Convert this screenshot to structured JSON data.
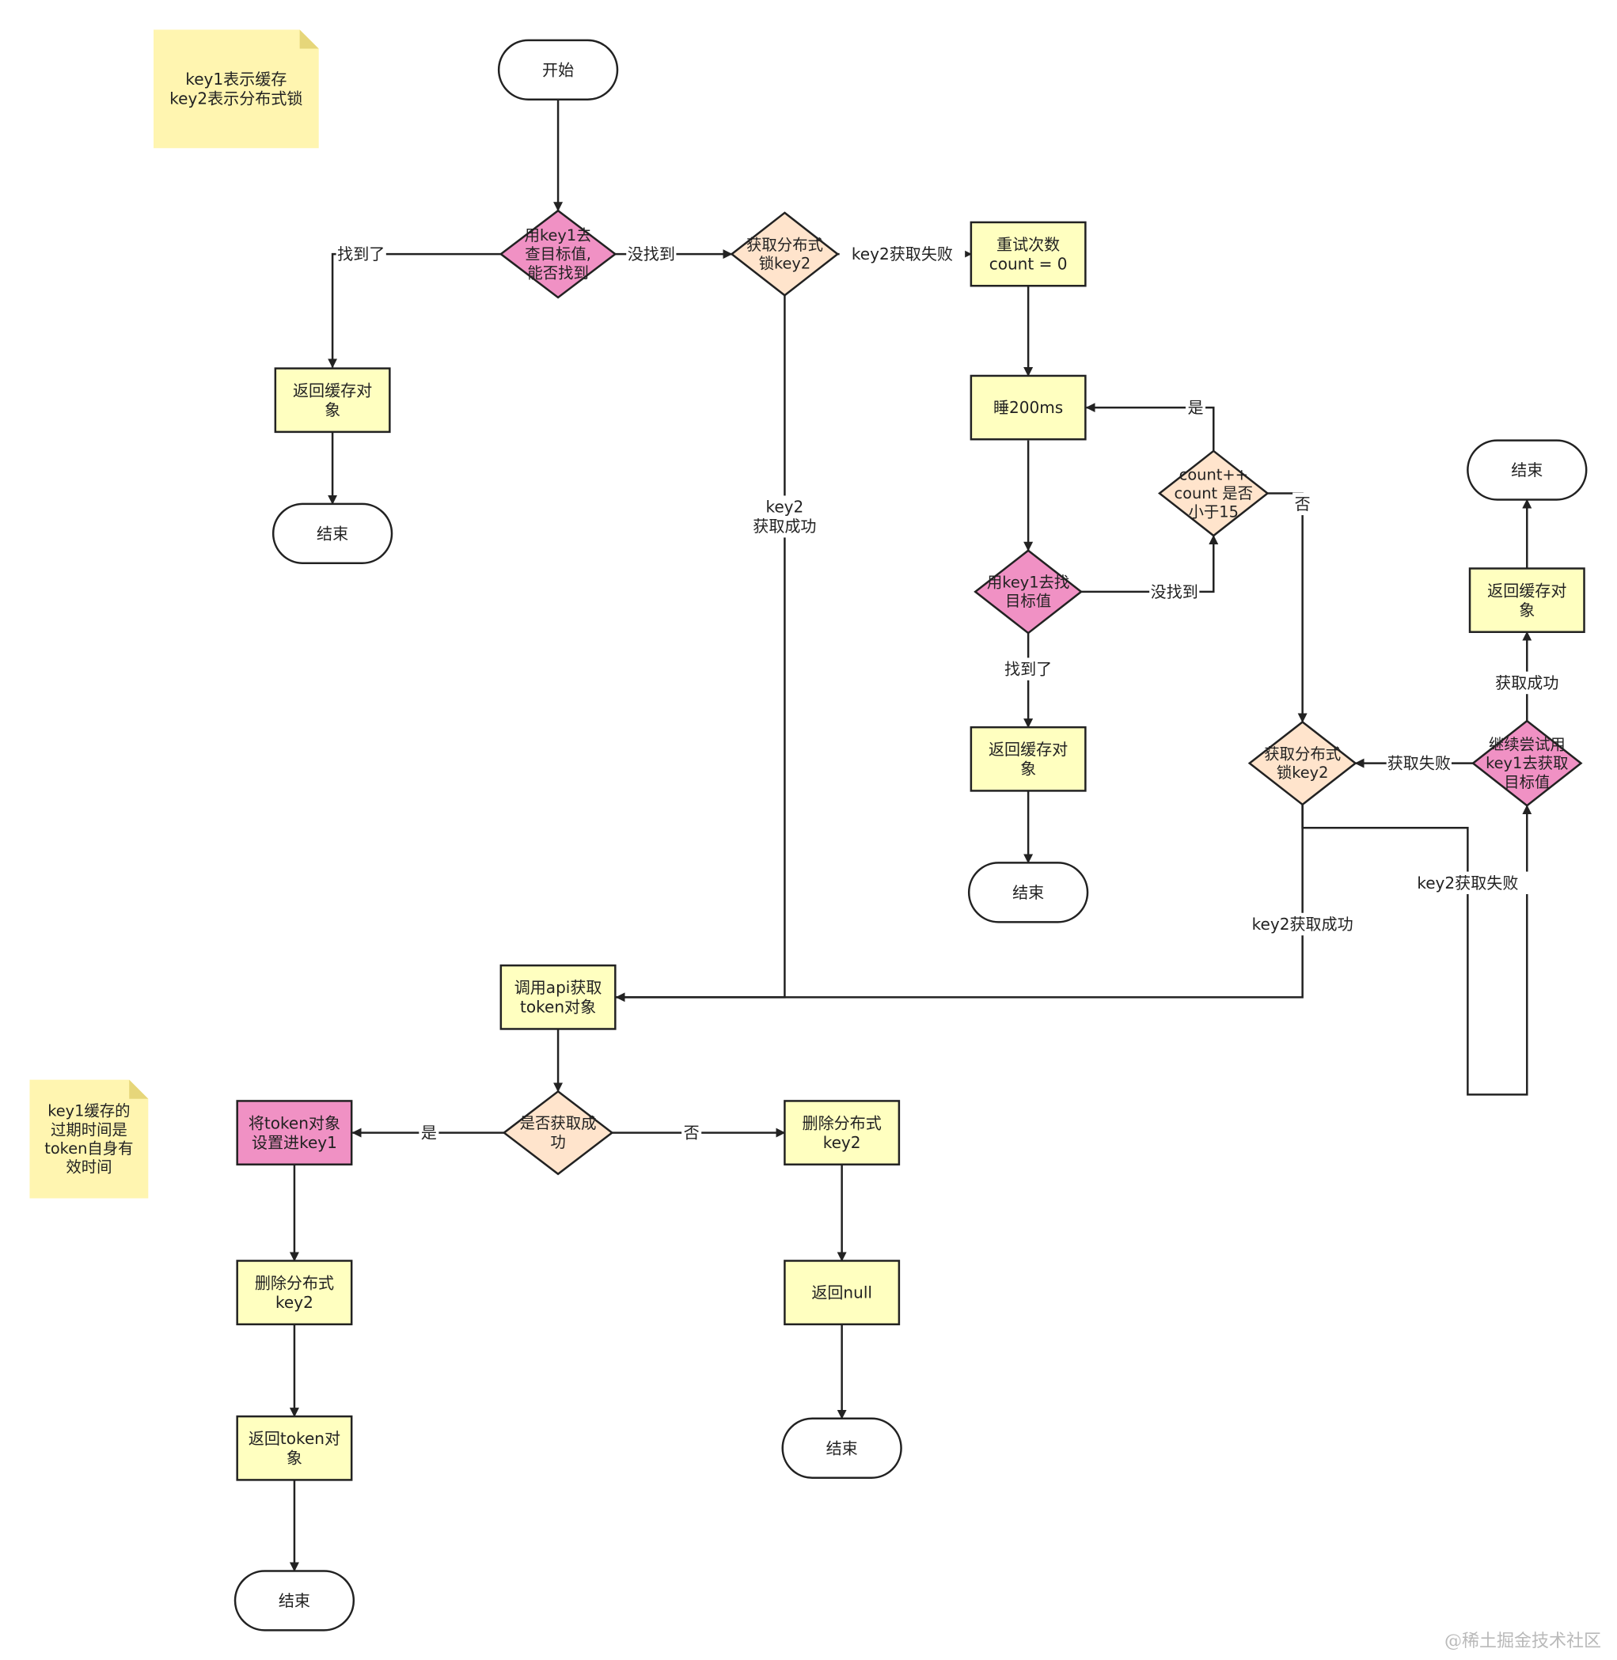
{
  "colors": {
    "process": "#ffffc0",
    "decision_cache": "#f091c4",
    "decision_lock": "#ffe4cc",
    "terminal": "#ffffff",
    "note": "#fff5b0",
    "note_fold": "#e6d67a",
    "stroke": "#222222"
  },
  "notes": [
    {
      "id": "note-top",
      "lines": [
        "key1表示缓存",
        "key2表示分布式锁"
      ]
    },
    {
      "id": "note-bottom",
      "lines": [
        "key1缓存的",
        "过期时间是",
        "token自身有",
        "效时间"
      ]
    }
  ],
  "nodes": [
    {
      "id": "start",
      "kind": "terminal",
      "lines": [
        "开始"
      ]
    },
    {
      "id": "d-cache-1",
      "kind": "decision_cache",
      "lines": [
        "用key1去",
        "查目标值,",
        "能否找到"
      ]
    },
    {
      "id": "p-return-cache-1",
      "kind": "process",
      "lines": [
        "返回缓存对",
        "象"
      ]
    },
    {
      "id": "end-1",
      "kind": "terminal",
      "lines": [
        "结束"
      ]
    },
    {
      "id": "d-lock-1",
      "kind": "decision_lock",
      "lines": [
        "获取分布式",
        "锁key2"
      ]
    },
    {
      "id": "p-retry-count",
      "kind": "process",
      "lines": [
        "重试次数",
        "count = 0"
      ]
    },
    {
      "id": "p-sleep",
      "kind": "process",
      "lines": [
        "睡200ms"
      ]
    },
    {
      "id": "d-count",
      "kind": "decision_lock",
      "lines": [
        "count++",
        "count 是否",
        "小于15"
      ]
    },
    {
      "id": "d-cache-2",
      "kind": "decision_cache",
      "lines": [
        "用key1去找",
        "目标值"
      ]
    },
    {
      "id": "p-return-cache-2",
      "kind": "process",
      "lines": [
        "返回缓存对",
        "象"
      ]
    },
    {
      "id": "end-2",
      "kind": "terminal",
      "lines": [
        "结束"
      ]
    },
    {
      "id": "end-3",
      "kind": "terminal",
      "lines": [
        "结束"
      ]
    },
    {
      "id": "p-return-cache-3",
      "kind": "process",
      "lines": [
        "返回缓存对",
        "象"
      ]
    },
    {
      "id": "d-lock-2",
      "kind": "decision_lock",
      "lines": [
        "获取分布式",
        "锁key2"
      ]
    },
    {
      "id": "d-cache-3",
      "kind": "decision_cache",
      "lines": [
        "继续尝试用",
        "key1去获取",
        "目标值"
      ]
    },
    {
      "id": "p-call-api",
      "kind": "process",
      "lines": [
        "调用api获取",
        "token对象"
      ]
    },
    {
      "id": "d-success",
      "kind": "decision_lock",
      "lines": [
        "是否获取成",
        "功"
      ]
    },
    {
      "id": "p-set-key1",
      "kind": "process_pink",
      "lines": [
        "将token对象",
        "设置进key1"
      ]
    },
    {
      "id": "p-del-key2-a",
      "kind": "process",
      "lines": [
        "删除分布式",
        "key2"
      ]
    },
    {
      "id": "p-return-token",
      "kind": "process",
      "lines": [
        "返回token对",
        "象"
      ]
    },
    {
      "id": "end-4",
      "kind": "terminal",
      "lines": [
        "结束"
      ]
    },
    {
      "id": "p-del-key2-b",
      "kind": "process",
      "lines": [
        "删除分布式",
        "key2"
      ]
    },
    {
      "id": "p-return-null",
      "kind": "process",
      "lines": [
        "返回null"
      ]
    },
    {
      "id": "end-5",
      "kind": "terminal",
      "lines": [
        "结束"
      ]
    }
  ],
  "edges": [
    {
      "id": "start-to-d1",
      "from": "start",
      "to": "d-cache-1",
      "label": []
    },
    {
      "id": "d1-found",
      "from": "d-cache-1",
      "to": "p-return-cache-1",
      "label": [
        "找到了"
      ]
    },
    {
      "id": "ret1-to-end1",
      "from": "p-return-cache-1",
      "to": "end-1",
      "label": []
    },
    {
      "id": "d1-notfound",
      "from": "d-cache-1",
      "to": "d-lock-1",
      "label": [
        "没找到"
      ]
    },
    {
      "id": "lock1-fail",
      "from": "d-lock-1",
      "to": "p-retry-count",
      "label": [
        "key2获取失败"
      ]
    },
    {
      "id": "lock1-success",
      "from": "d-lock-1",
      "to": "p-call-api",
      "label": [
        "key2",
        "获取成功"
      ]
    },
    {
      "id": "retry-to-sleep",
      "from": "p-retry-count",
      "to": "p-sleep",
      "label": []
    },
    {
      "id": "sleep-to-d2",
      "from": "p-sleep",
      "to": "d-cache-2",
      "label": []
    },
    {
      "id": "d2-notfound",
      "from": "d-cache-2",
      "to": "d-count",
      "label": [
        "没找到"
      ]
    },
    {
      "id": "count-yes",
      "from": "d-count",
      "to": "p-sleep",
      "label": [
        "是"
      ]
    },
    {
      "id": "count-no",
      "from": "d-count",
      "to": "d-lock-2",
      "label": [
        "否"
      ]
    },
    {
      "id": "d2-found",
      "from": "d-cache-2",
      "to": "p-return-cache-2",
      "label": [
        "找到了"
      ]
    },
    {
      "id": "ret2-to-end2",
      "from": "p-return-cache-2",
      "to": "end-2",
      "label": []
    },
    {
      "id": "lock2-success",
      "from": "d-lock-2",
      "to": "p-call-api",
      "label": [
        "key2获取成功"
      ]
    },
    {
      "id": "lock2-fail-loop",
      "from": "d-lock-2",
      "to": "d-cache-3",
      "label": [
        "key2获取失败"
      ]
    },
    {
      "id": "d3-fail",
      "from": "d-cache-3",
      "to": "d-lock-2",
      "label": [
        "获取失败"
      ]
    },
    {
      "id": "d3-success",
      "from": "d-cache-3",
      "to": "p-return-cache-3",
      "label": [
        "获取成功"
      ]
    },
    {
      "id": "ret3-to-end3",
      "from": "p-return-cache-3",
      "to": "end-3",
      "label": []
    },
    {
      "id": "api-to-success",
      "from": "p-call-api",
      "to": "d-success",
      "label": []
    },
    {
      "id": "success-yes",
      "from": "d-success",
      "to": "p-set-key1",
      "label": [
        "是"
      ]
    },
    {
      "id": "success-no",
      "from": "d-success",
      "to": "p-del-key2-b",
      "label": [
        "否"
      ]
    },
    {
      "id": "set-to-del",
      "from": "p-set-key1",
      "to": "p-del-key2-a",
      "label": []
    },
    {
      "id": "del-to-return-token",
      "from": "p-del-key2-a",
      "to": "p-return-token",
      "label": []
    },
    {
      "id": "return-token-to-end4",
      "from": "p-return-token",
      "to": "end-4",
      "label": []
    },
    {
      "id": "del-b-to-null",
      "from": "p-del-key2-b",
      "to": "p-return-null",
      "label": []
    },
    {
      "id": "null-to-end5",
      "from": "p-return-null",
      "to": "end-5",
      "label": []
    }
  ],
  "watermark": "@稀土掘金技术社区"
}
